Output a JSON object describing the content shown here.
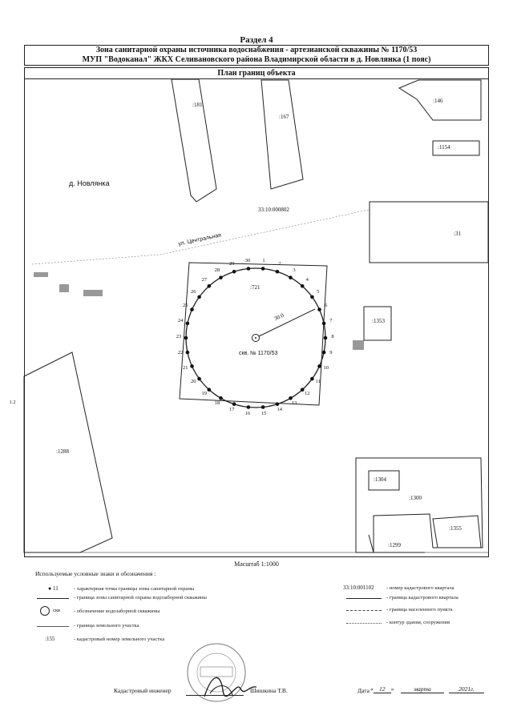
{
  "header": {
    "section": "Раздел 4",
    "line1": "Зона санитарной охраны источника водоснабжения -  артезианской скважины № 1170/53",
    "line2": "МУП \"Водоканал\" ЖКХ Селивановского района Владимирской области в д. Новлянка (1 пояс)",
    "plan_title": "План границ объекта"
  },
  "map": {
    "village_label": "д. Новлянка",
    "street_label": "ул. Центральная",
    "quarter_label": "33:10:000802",
    "well_label": "скв. № 1170/53",
    "radius_label": "30.0",
    "parcels": [
      ":181",
      ":167",
      ":146",
      ":1154",
      ":31",
      ":1353",
      ":721",
      ":1288",
      ":1304",
      ":1300",
      ":1355",
      ":1299"
    ],
    "point_numbers": [
      "1",
      "2",
      "3",
      "4",
      "5",
      "6",
      "7",
      "8",
      "9",
      "10",
      "11",
      "12",
      "13",
      "14",
      "15",
      "16",
      "17",
      "18",
      "19",
      "20",
      "21",
      "22",
      "23",
      "24",
      "25",
      "26",
      "27",
      "28",
      "29",
      "30"
    ],
    "side_mark": "1.2"
  },
  "scale": "Масштаб 1:1000",
  "legend": {
    "title": "Используемые условные знаки и обозначения :",
    "left": [
      {
        "symbol": "● 11",
        "text": "- характерная точка границы зоны санитарной охраны"
      },
      {
        "symbol": "",
        "text": "- граница зоны санитарной охраны водозаборной скважины"
      },
      {
        "symbol": "скв",
        "text": "- обозначение водозаборной скважины"
      },
      {
        "symbol": "",
        "text": "- граница земельного участка"
      },
      {
        "symbol": ":155",
        "text": "- кадастровый номер земельного участка"
      }
    ],
    "right": [
      {
        "symbol": "33:10:001102",
        "text": "- номер кадастрового квартала"
      },
      {
        "symbol": "",
        "text": "- граница кадастрового квартала"
      },
      {
        "symbol": "",
        "text": "- граница населенного пункта"
      },
      {
        "symbol": "",
        "text": "- контур здания, сооружения"
      }
    ]
  },
  "footer": {
    "engineer_label": "Кадастровый инженер",
    "engineer_name": "Шишкина Т.В.",
    "date_label": "Дата",
    "day": "12",
    "month": "марта",
    "year": "2021г."
  }
}
